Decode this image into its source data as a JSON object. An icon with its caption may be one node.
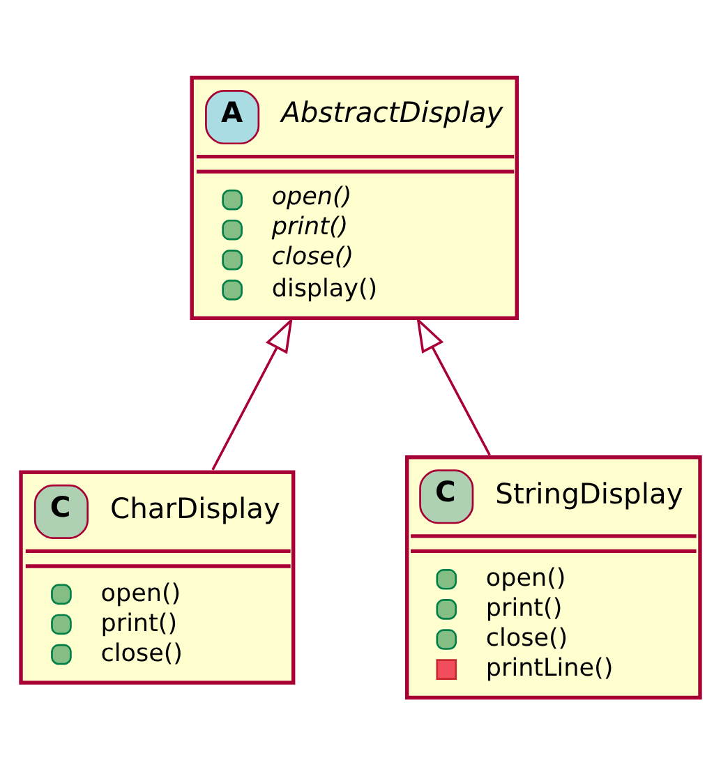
{
  "diagram": {
    "nodes": [
      {
        "text": [
          "A",
          "AbstractDisplay",
          "open()",
          "print()",
          "close()",
          "display()"
        ]
      },
      {
        "text": [
          "C",
          "CharDisplay",
          "open()",
          "print()",
          "close()"
        ]
      },
      {
        "text": [
          "C",
          "StringDisplay",
          "open()",
          "print()",
          "close()",
          "printLine()"
        ]
      }
    ],
    "edges": [
      {
        "from": 1,
        "to": 0,
        "arrow": "to"
      },
      {
        "from": 2,
        "to": 0,
        "arrow": "to"
      }
    ]
  }
}
